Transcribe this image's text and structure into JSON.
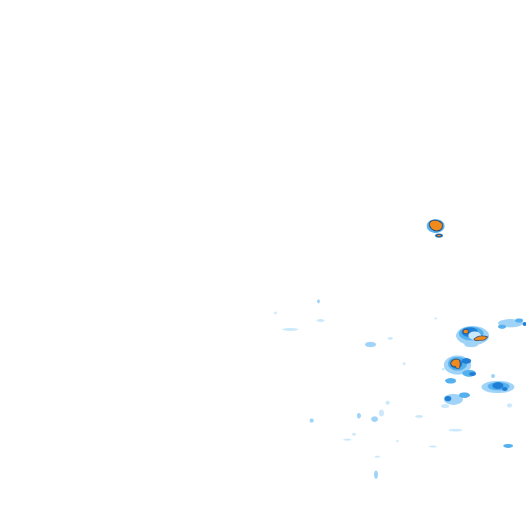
{
  "map": {
    "type": "precipitation-radar-overlay",
    "background_color": "#ffffff",
    "palette": {
      "very_light": "#cce9fb",
      "light": "#9fd3f7",
      "moderate": "#55b0ee",
      "heavy": "#1f7fd6",
      "intense": "#f08a1c",
      "intense_outline": "#1a3e6e"
    },
    "cells": [
      {
        "name": "cell-northeast-isolated",
        "intensity": "intense"
      },
      {
        "name": "cell-east-cluster-a",
        "intensity": "intense"
      },
      {
        "name": "cell-east-cluster-b",
        "intensity": "intense"
      },
      {
        "name": "cell-east-cluster-c",
        "intensity": "heavy"
      },
      {
        "name": "cell-east-edge",
        "intensity": "moderate"
      },
      {
        "name": "cell-southeast-scatter",
        "intensity": "moderate"
      },
      {
        "name": "cell-central-drizzle",
        "intensity": "very_light"
      }
    ]
  }
}
